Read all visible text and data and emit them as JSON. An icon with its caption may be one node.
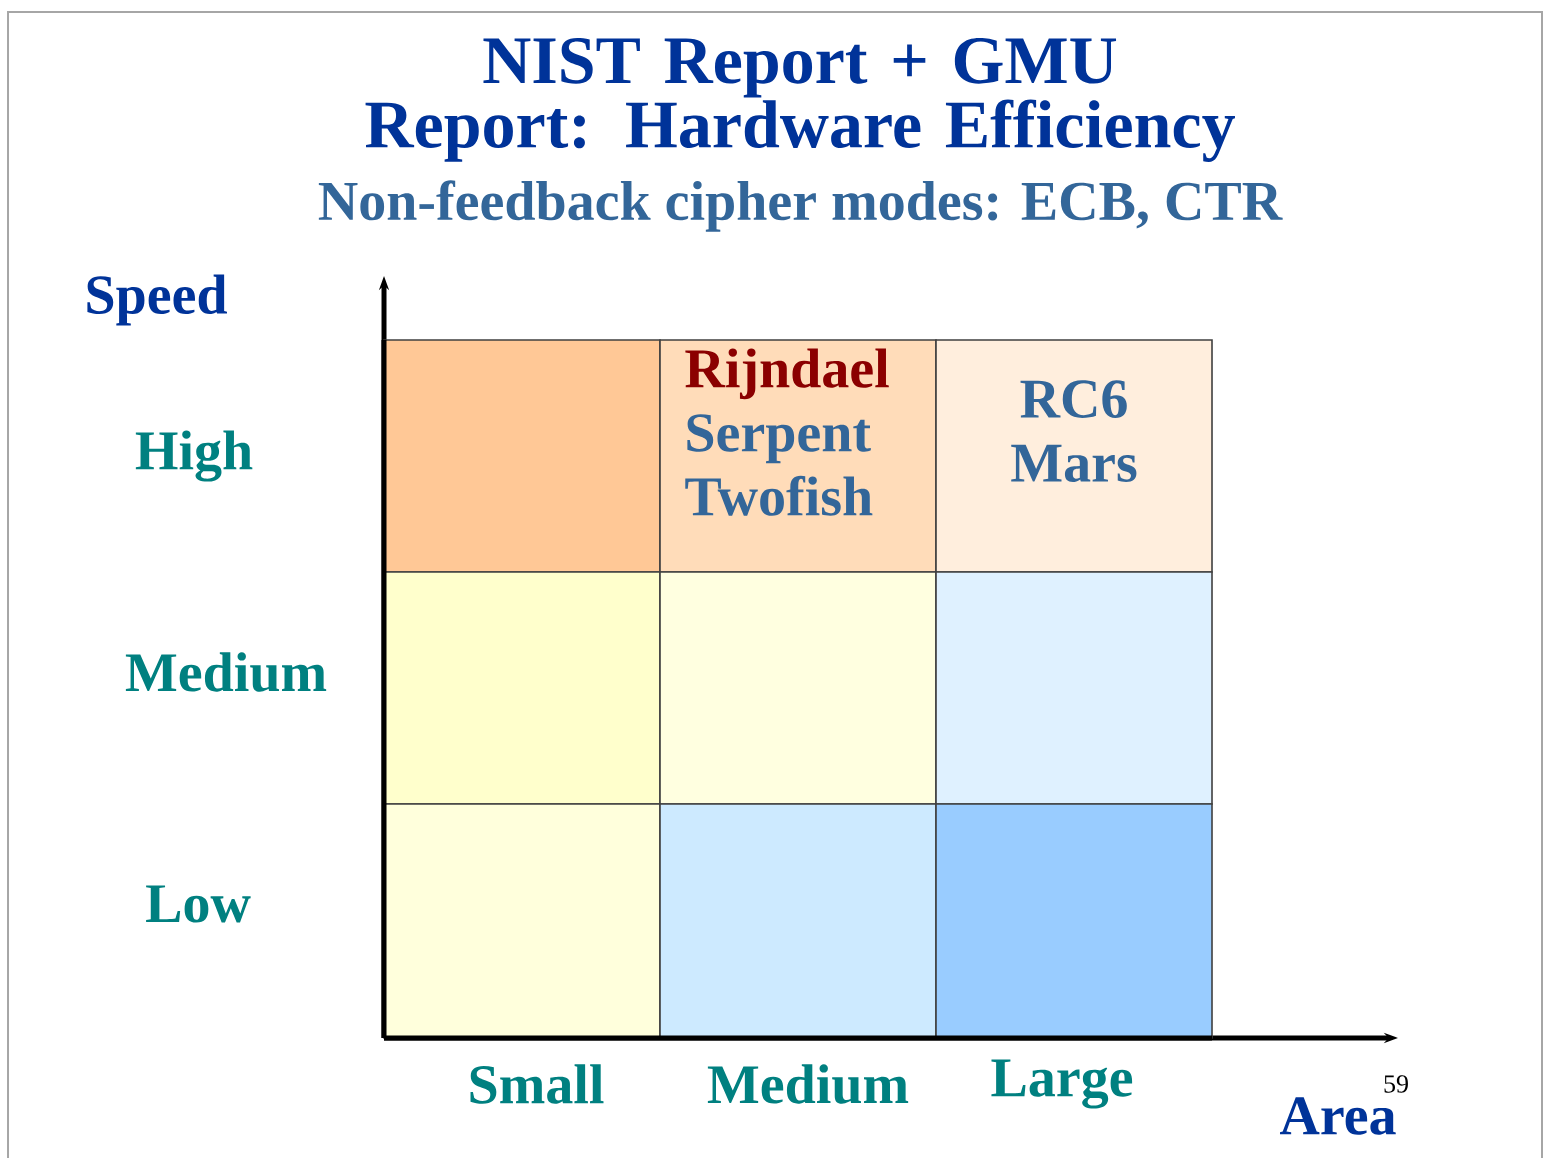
{
  "diagram": {
    "title": "NIST Report + GMU Report: Hardware Efficiency",
    "nodes": [
      {
        "text": [],
        "shape": "box"
      },
      {
        "text": [
          "Rijndael",
          "Serpent",
          "Twofish"
        ]
      },
      {
        "text": [
          "RC6",
          "Mars"
        ]
      },
      {
        "text": [],
        "shape": "box"
      },
      {
        "text": [],
        "shape": "box"
      },
      {
        "text": [],
        "shape": "box"
      },
      {
        "text": [],
        "shape": "box"
      },
      {
        "text": [],
        "shape": "box"
      },
      {
        "text": [],
        "shape": "box"
      }
    ],
    "edges": [],
    "labels": [
      "Non-feedback cipher modes: ECB, CTR",
      "Speed",
      "High",
      "Medium",
      "Low",
      "Small",
      "Medium",
      "Large",
      "Area",
      "59"
    ]
  }
}
